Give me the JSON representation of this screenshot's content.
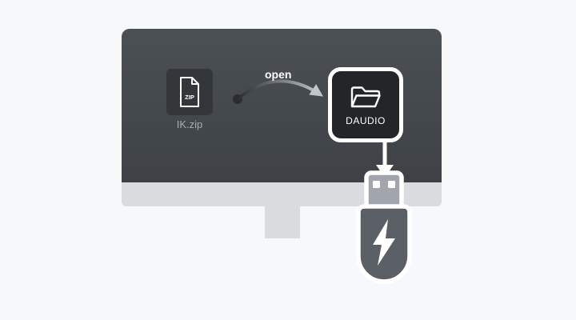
{
  "illustration": {
    "zip_file": {
      "icon_text": "ZIP",
      "label": "IK.zip"
    },
    "arrow_label": "open",
    "folder": {
      "label": "DAUDIO"
    }
  },
  "colors": {
    "background": "#f7f8fa",
    "screen_top": "#4b5055",
    "screen_bottom": "#3e4246",
    "bezel": "#d9dcdf",
    "zip_tile": "#34373a",
    "folder_box": "#232629",
    "usb_body": "#5a6066",
    "usb_connector": "#a0a6ab",
    "white": "#ffffff",
    "muted_text": "#a9adb0",
    "arrow_dot": "#2a2d30",
    "arrowhead": "#c2c6c9"
  }
}
